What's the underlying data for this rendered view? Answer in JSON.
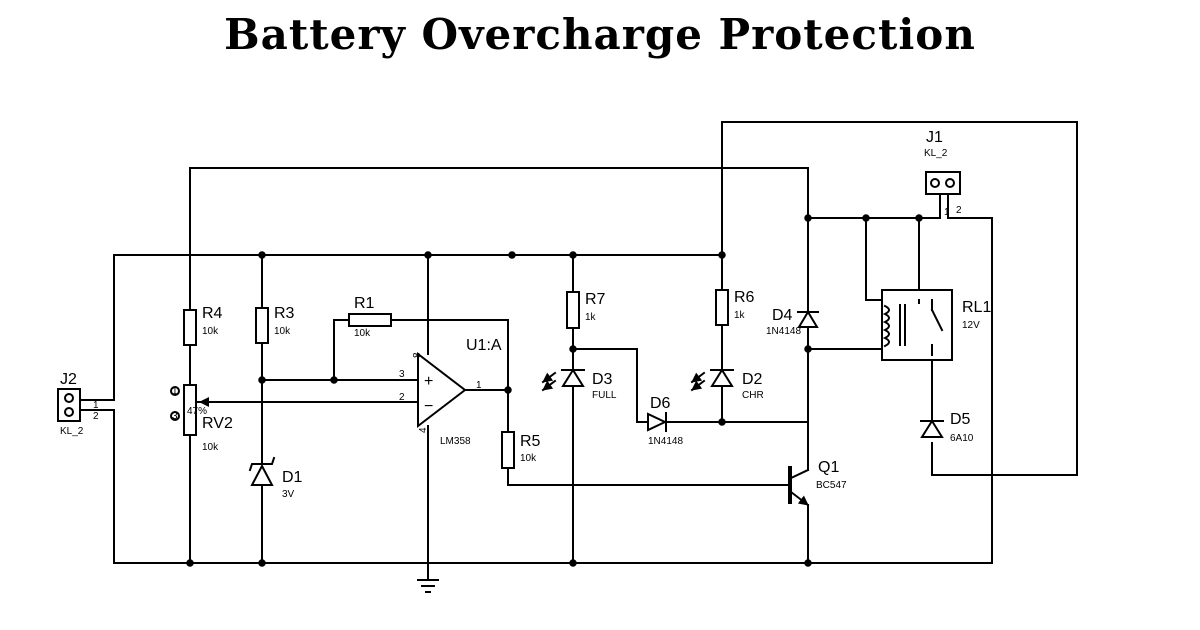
{
  "title": "Battery Overcharge Protection",
  "components": {
    "j2": {
      "ref": "J2",
      "value": "KL_2",
      "pins": [
        "1",
        "2"
      ]
    },
    "j1": {
      "ref": "J1",
      "value": "KL_2",
      "pins": [
        "1",
        "2"
      ]
    },
    "r1": {
      "ref": "R1",
      "value": "10k"
    },
    "r3": {
      "ref": "R3",
      "value": "10k"
    },
    "r4": {
      "ref": "R4",
      "value": "10k"
    },
    "r5": {
      "ref": "R5",
      "value": "10k"
    },
    "r6": {
      "ref": "R6",
      "value": "1k"
    },
    "r7": {
      "ref": "R7",
      "value": "1k"
    },
    "rv2": {
      "ref": "RV2",
      "value": "10k",
      "body_text": "47%",
      "pins": [
        "1",
        "3"
      ]
    },
    "d1": {
      "ref": "D1",
      "value": "3V"
    },
    "d2": {
      "ref": "D2",
      "value": "CHR"
    },
    "d3": {
      "ref": "D3",
      "value": "FULL"
    },
    "d4": {
      "ref": "D4",
      "value": "1N4148"
    },
    "d5": {
      "ref": "D5",
      "value": "6A10"
    },
    "d6": {
      "ref": "D6",
      "value": "1N4148"
    },
    "u1": {
      "ref": "U1:A",
      "value": "LM358",
      "pins": {
        "p8": "8",
        "p3": "3",
        "p2": "2",
        "p1": "1",
        "p4": "4"
      },
      "plus": "+",
      "minus": "−"
    },
    "q1": {
      "ref": "Q1",
      "value": "BC547"
    },
    "rl1": {
      "ref": "RL1",
      "value": "12V"
    }
  }
}
